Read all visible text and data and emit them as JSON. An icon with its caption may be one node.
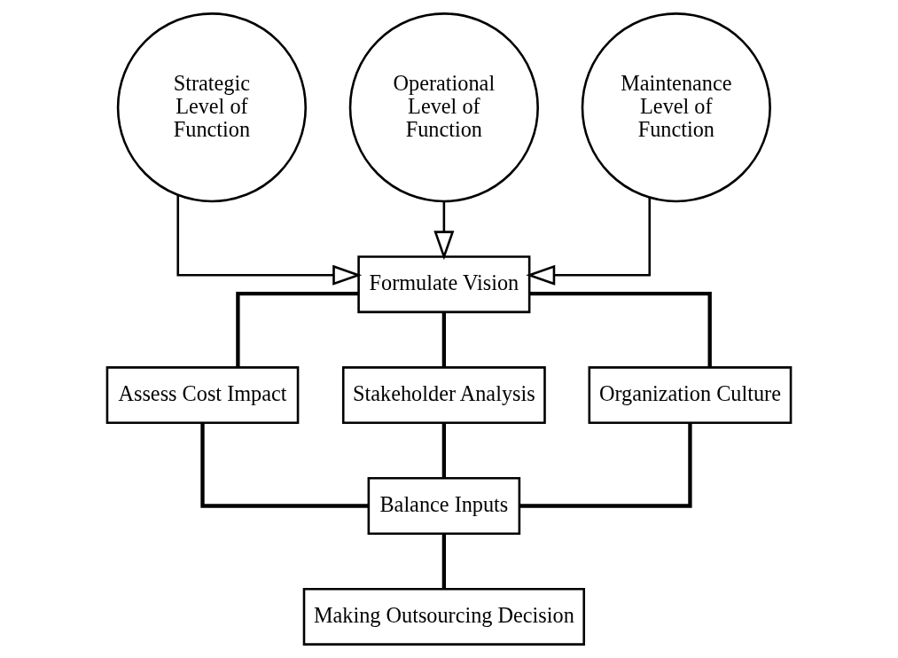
{
  "diagram": {
    "nodes": [
      {
        "text": [
          "Strategic Level of Function"
        ]
      },
      {
        "text": [
          "Operational Level of Function"
        ]
      },
      {
        "text": [
          "Maintenance Level of Function"
        ]
      },
      {
        "text": [
          "Formulate Vision"
        ]
      },
      {
        "text": [
          "Assess Cost Impact"
        ]
      },
      {
        "text": [
          "Stakeholder Analysis"
        ]
      },
      {
        "text": [
          "Organization Culture"
        ]
      },
      {
        "text": [
          "Balance Inputs"
        ]
      },
      {
        "text": [
          "Making Outsourcing Decision"
        ]
      }
    ],
    "edges": [
      {
        "from": 0,
        "to": 3,
        "arrow": "to"
      },
      {
        "from": 1,
        "to": 3,
        "arrow": "to"
      },
      {
        "from": 2,
        "to": 3,
        "arrow": "to"
      },
      {
        "from": 3,
        "to": 4,
        "arrow": "none"
      },
      {
        "from": 3,
        "to": 5,
        "arrow": "none"
      },
      {
        "from": 3,
        "to": 6,
        "arrow": "none"
      },
      {
        "from": 4,
        "to": 7,
        "arrow": "none"
      },
      {
        "from": 5,
        "to": 7,
        "arrow": "none"
      },
      {
        "from": 6,
        "to": 7,
        "arrow": "none"
      },
      {
        "from": 7,
        "to": 8,
        "arrow": "none"
      }
    ]
  }
}
